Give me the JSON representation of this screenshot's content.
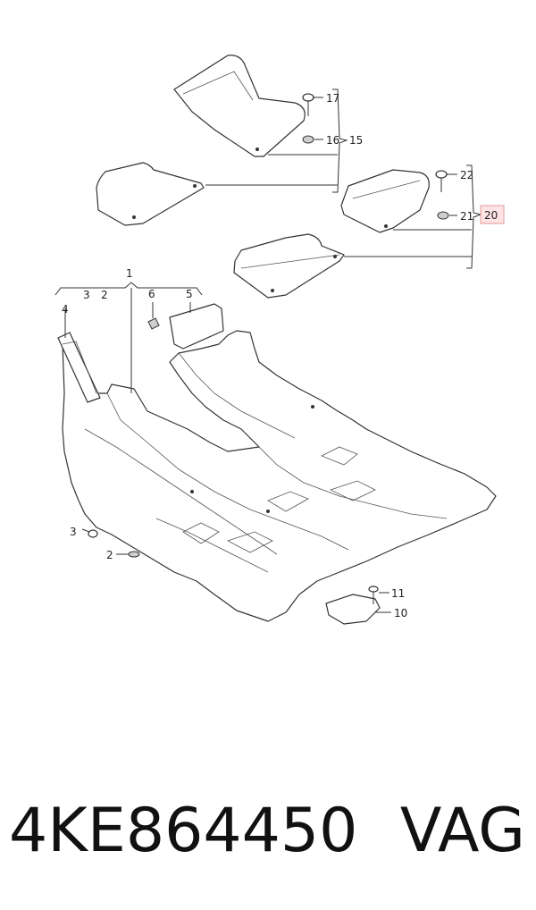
{
  "callouts": [
    "1",
    "2",
    "3",
    "4",
    "5",
    "6",
    "10",
    "11",
    "15",
    "16",
    "17",
    "20",
    "21",
    "22"
  ],
  "highlight_callout": "20",
  "part_number": "4KE864450",
  "brand": "VAG",
  "colors": {
    "highlight_fill": "#fde3e3",
    "highlight_stroke": "#e59a9a",
    "ink": "#333333"
  }
}
